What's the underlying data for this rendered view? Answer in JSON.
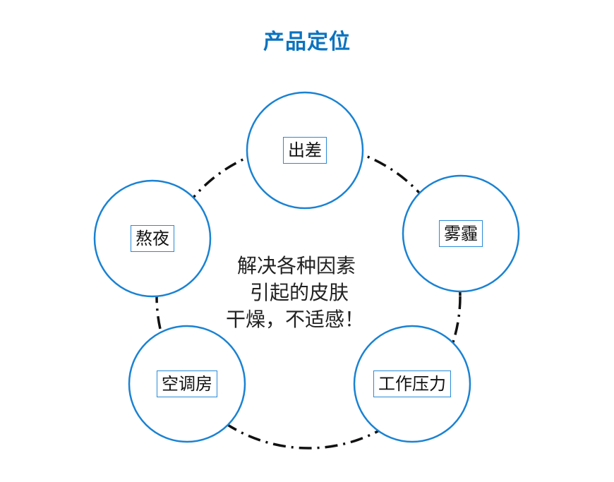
{
  "title": "产品定位",
  "nodes": [
    {
      "label": "出差"
    },
    {
      "label": "雾霾"
    },
    {
      "label": "工作压力"
    },
    {
      "label": "空调房"
    },
    {
      "label": "熬夜"
    }
  ],
  "center_lines": [
    "解决各种因素",
    "引起的皮肤",
    "干燥，不适感！"
  ],
  "colors": {
    "title": "#0b72bf",
    "circle_stroke": "#1a82d2",
    "ring": "#111111"
  }
}
